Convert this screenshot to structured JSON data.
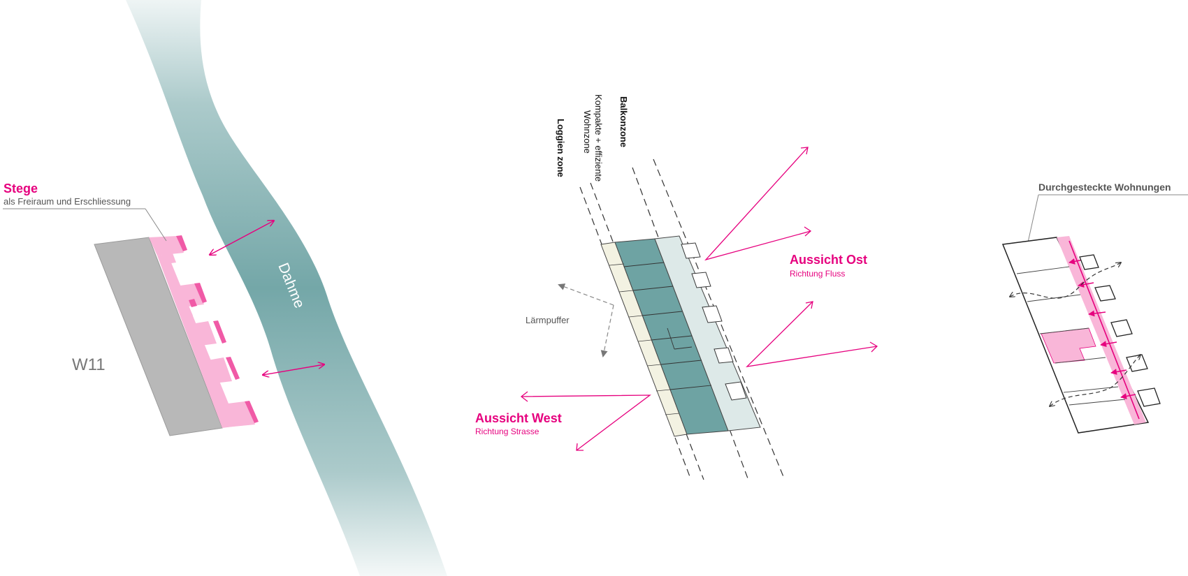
{
  "colors": {
    "accent": "#e6007e",
    "river": "#74a7a8",
    "existing_building": "#b8b8b8",
    "stege": "#f9b6d8",
    "wohnzone": "#6ea3a3",
    "balkonzone": "#dde9e8",
    "loggien": "#f3f2e2"
  },
  "left": {
    "stege": {
      "title": "Stege",
      "subtitle": "als Freiraum und Erschliessung"
    },
    "building_label": "W11",
    "river_label": "Dahme"
  },
  "middle": {
    "zones": {
      "loggien": "Loggien zone",
      "wohn_line1": "Kompakte + effiziente",
      "wohn_line2": "Wohnzone",
      "balkon": "Balkonzone"
    },
    "laermpuffer": "Lärmpuffer",
    "ost": {
      "title": "Aussicht Ost",
      "subtitle": "Richtung Fluss"
    },
    "west": {
      "title": "Aussicht West",
      "subtitle": "Richtung Strasse"
    }
  },
  "right": {
    "title": "Durchgesteckte Wohnungen"
  }
}
